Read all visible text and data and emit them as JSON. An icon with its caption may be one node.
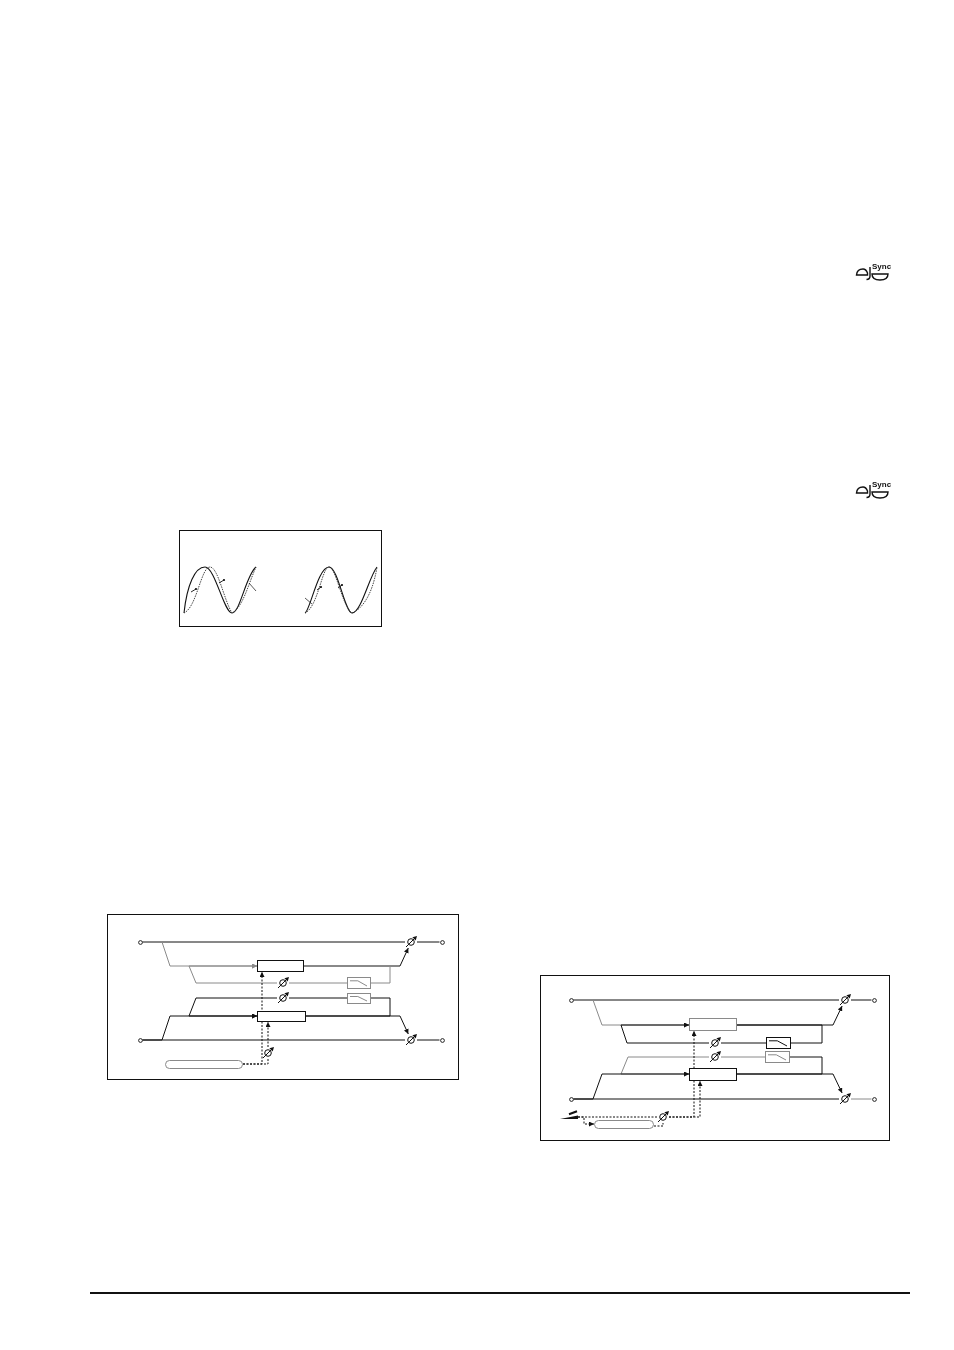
{
  "diagram": {
    "nodes": [
      {
        "text": [],
        "shape": "box"
      },
      {
        "text": [],
        "shape": "circle",
        "in": 0
      },
      {
        "text": [],
        "shape": "knob",
        "in": 0
      },
      {
        "text": [],
        "shape": "circle",
        "in": 0
      },
      {
        "text": [],
        "shape": "box",
        "in": 0
      },
      {
        "text": [],
        "shape": "knob",
        "in": 0
      },
      {
        "text": [],
        "shape": "filter",
        "in": 0
      },
      {
        "text": [],
        "shape": "knob",
        "in": 0
      },
      {
        "text": [],
        "shape": "filter",
        "in": 0
      },
      {
        "text": [],
        "shape": "box",
        "in": 0
      },
      {
        "text": [],
        "shape": "circle",
        "in": 0
      },
      {
        "text": [],
        "shape": "knob",
        "in": 0
      },
      {
        "text": [],
        "shape": "circle",
        "in": 0
      },
      {
        "text": [],
        "shape": "knob",
        "in": 0
      },
      {
        "text": [],
        "shape": "capsule",
        "in": 0
      },
      {
        "text": [],
        "shape": "box"
      },
      {
        "text": [],
        "shape": "circle",
        "in": 15
      },
      {
        "text": [],
        "shape": "knob",
        "in": 15
      },
      {
        "text": [],
        "shape": "circle",
        "in": 15
      },
      {
        "text": [],
        "shape": "box",
        "in": 15
      },
      {
        "text": [],
        "shape": "knob",
        "in": 15
      },
      {
        "text": [],
        "shape": "filter",
        "in": 15
      },
      {
        "text": [],
        "shape": "knob",
        "in": 15
      },
      {
        "text": [],
        "shape": "filter",
        "in": 15
      },
      {
        "text": [],
        "shape": "box",
        "in": 15
      },
      {
        "text": [],
        "shape": "circle",
        "in": 15
      },
      {
        "text": [],
        "shape": "knob",
        "in": 15
      },
      {
        "text": [],
        "shape": "circle",
        "in": 15
      },
      {
        "text": [],
        "shape": "picture",
        "in": 15
      },
      {
        "text": [],
        "shape": "knob",
        "in": 15
      },
      {
        "text": [],
        "shape": "capsule",
        "in": 15
      }
    ],
    "edges": [
      {
        "from": 1,
        "to": 2,
        "arrow": "none"
      },
      {
        "from": 2,
        "to": 3,
        "arrow": "none"
      },
      {
        "from": 1,
        "to": 4,
        "arrow": "to",
        "color": "#8a8a8a"
      },
      {
        "from": 4,
        "to": 2,
        "arrow": "to"
      },
      {
        "from": 4,
        "to": 6,
        "arrow": "none",
        "color": "#8a8a8a"
      },
      {
        "from": 6,
        "to": 5,
        "arrow": "none",
        "color": "#8a8a8a"
      },
      {
        "from": 5,
        "to": 4,
        "arrow": "to",
        "color": "#8a8a8a"
      },
      {
        "from": 9,
        "to": 8,
        "arrow": "none"
      },
      {
        "from": 8,
        "to": 7,
        "arrow": "none"
      },
      {
        "from": 7,
        "to": 9,
        "arrow": "to"
      },
      {
        "from": 10,
        "to": 11,
        "arrow": "none"
      },
      {
        "from": 11,
        "to": 12,
        "arrow": "none"
      },
      {
        "from": 10,
        "to": 9,
        "arrow": "to"
      },
      {
        "from": 9,
        "to": 11,
        "arrow": "to"
      },
      {
        "from": 14,
        "to": 4,
        "arrow": "to",
        "style": "dashed"
      },
      {
        "from": 14,
        "to": 13,
        "arrow": "none",
        "style": "dashed"
      },
      {
        "from": 13,
        "to": 9,
        "arrow": "to",
        "style": "dashed"
      },
      {
        "from": 16,
        "to": 17,
        "arrow": "none"
      },
      {
        "from": 17,
        "to": 18,
        "arrow": "none"
      },
      {
        "from": 16,
        "to": 19,
        "arrow": "to",
        "color": "#8a8a8a"
      },
      {
        "from": 19,
        "to": 17,
        "arrow": "to"
      },
      {
        "from": 19,
        "to": 21,
        "arrow": "none"
      },
      {
        "from": 21,
        "to": 20,
        "arrow": "none"
      },
      {
        "from": 20,
        "to": 19,
        "arrow": "to"
      },
      {
        "from": 24,
        "to": 23,
        "arrow": "none"
      },
      {
        "from": 23,
        "to": 22,
        "arrow": "none",
        "color": "#8a8a8a"
      },
      {
        "from": 22,
        "to": 24,
        "arrow": "to",
        "color": "#8a8a8a"
      },
      {
        "from": 25,
        "to": 26,
        "arrow": "none"
      },
      {
        "from": 26,
        "to": 27,
        "arrow": "none",
        "color": "#8a8a8a"
      },
      {
        "from": 25,
        "to": 24,
        "arrow": "to"
      },
      {
        "from": 24,
        "to": 26,
        "arrow": "to"
      },
      {
        "from": 28,
        "to": 29,
        "arrow": "none",
        "style": "dashed"
      },
      {
        "from": 28,
        "to": 30,
        "arrow": "to",
        "style": "dashed"
      },
      {
        "from": 30,
        "to": 29,
        "arrow": "none",
        "style": "dashed"
      },
      {
        "from": 29,
        "to": 19,
        "arrow": "to",
        "style": "dashed"
      },
      {
        "from": 29,
        "to": 24,
        "arrow": "to",
        "style": "dashed"
      }
    ],
    "labels": [
      "Sync",
      "Sync"
    ]
  }
}
